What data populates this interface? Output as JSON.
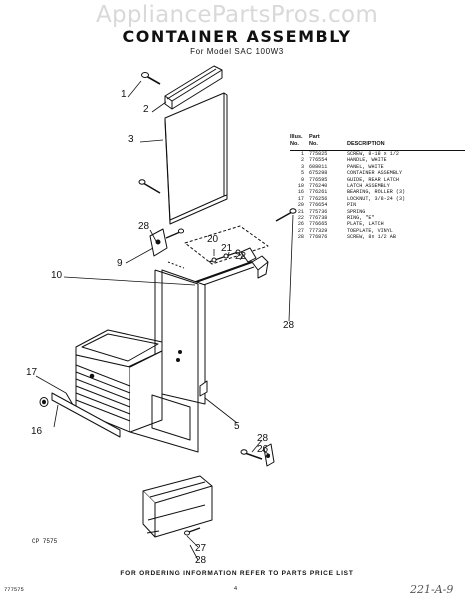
{
  "watermark": "AppliancePartsPros.com",
  "header": {
    "title": "CONTAINER ASSEMBLY",
    "subtitle": "For Model SAC 100W3"
  },
  "parts_table": {
    "headers": {
      "col1_line1": "Illus.",
      "col1_line2": "No.",
      "col2_line1": "Part",
      "col2_line2": "No.",
      "col3": "DESCRIPTION"
    },
    "rows": [
      {
        "illus": "1",
        "part": "775825",
        "desc": "SCREW, 8-18 x 1/2"
      },
      {
        "illus": "2",
        "part": "776554",
        "desc": "HANDLE, WHITE"
      },
      {
        "illus": "3",
        "part": "608011",
        "desc": "PANEL, WHITE"
      },
      {
        "illus": "5",
        "part": "675298",
        "desc": "CONTAINER ASSEMBLY"
      },
      {
        "illus": "9",
        "part": "776595",
        "desc": "GUIDE, REAR LATCH"
      },
      {
        "illus": "10",
        "part": "776240",
        "desc": "LATCH ASSEMBLY"
      },
      {
        "illus": "16",
        "part": "776261",
        "desc": "BEARING, ROLLER (3)"
      },
      {
        "illus": "17",
        "part": "776256",
        "desc": "LOCKNUT, 3/8-24 (3)"
      },
      {
        "illus": "20",
        "part": "776654",
        "desc": "PIN"
      },
      {
        "illus": "21",
        "part": "775736",
        "desc": "SPRING"
      },
      {
        "illus": "22",
        "part": "776738",
        "desc": "RING, \"E\""
      },
      {
        "illus": "26",
        "part": "776665",
        "desc": "PLATE, LATCH"
      },
      {
        "illus": "27",
        "part": "777329",
        "desc": "TOEPLATE, VINYL"
      },
      {
        "illus": "28",
        "part": "776876",
        "desc": "SCREW, 8x 1/2 AB"
      }
    ]
  },
  "callouts": {
    "c1": "1",
    "c2": "2",
    "c3": "3",
    "c28a": "28",
    "c9": "9",
    "c10": "10",
    "c20": "20",
    "c21": "21",
    "c22": "22",
    "c28b": "28",
    "c17": "17",
    "c16": "16",
    "c5": "5",
    "c28c": "28",
    "c26": "26",
    "c27": "27",
    "c28d": "28"
  },
  "figure_code": "CP 7575",
  "footer": "FOR ORDERING INFORMATION REFER TO PARTS PRICE LIST",
  "doc_number": "777575",
  "page_number": "4",
  "handwritten_note": "221-A-9"
}
